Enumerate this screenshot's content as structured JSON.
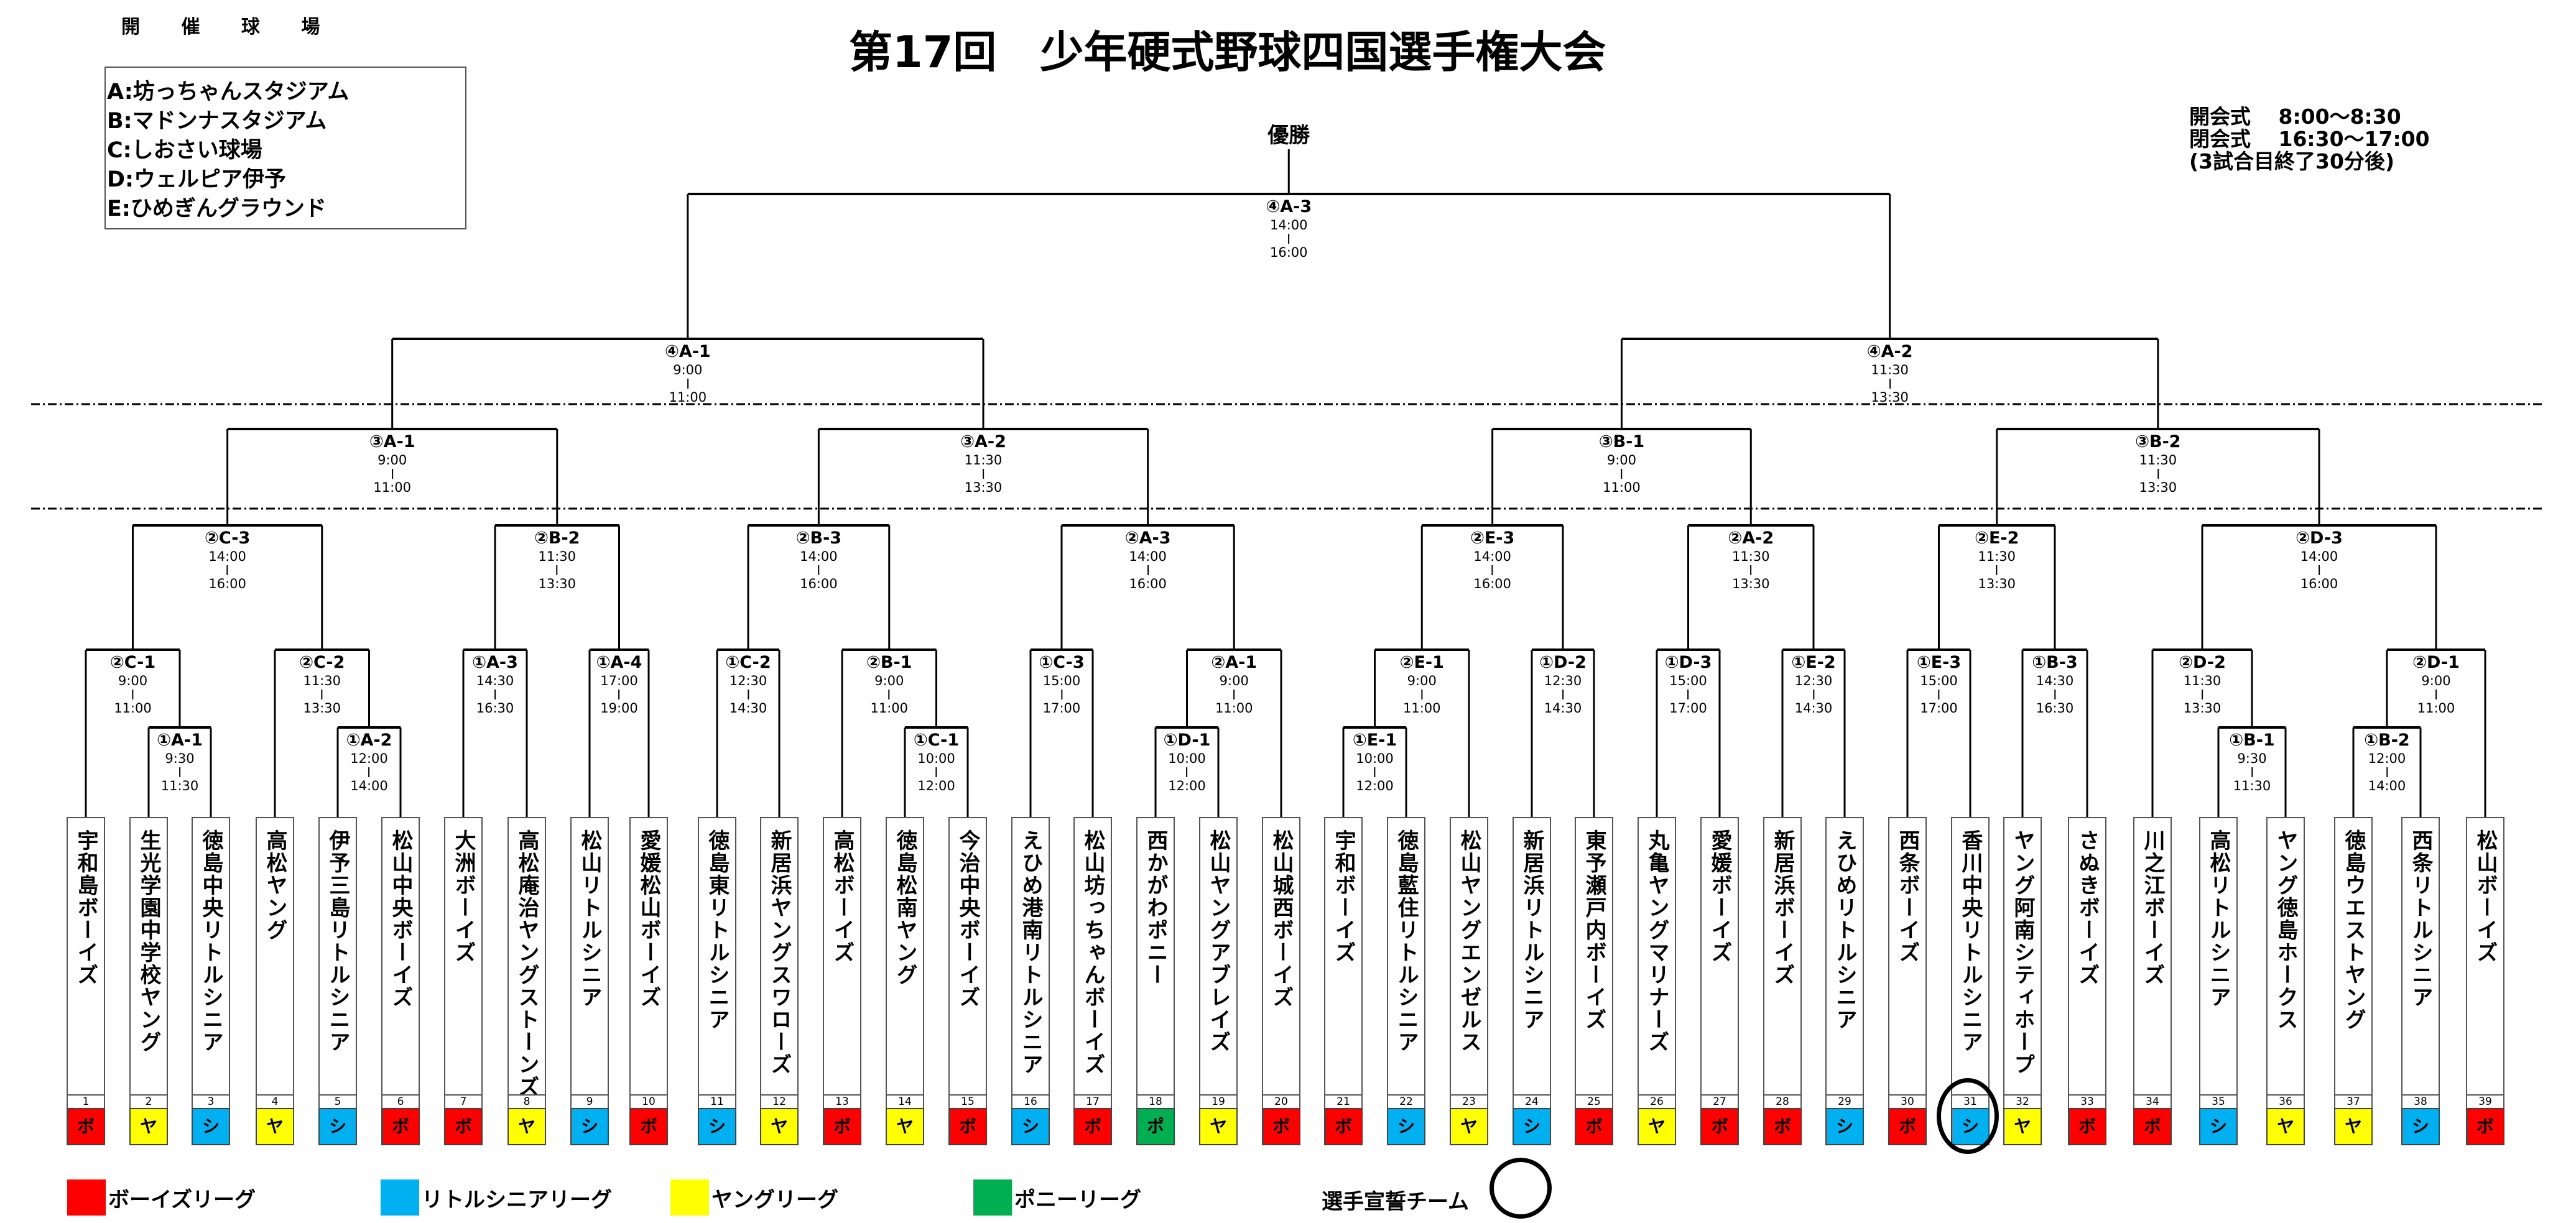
{
  "title": "第17回　少年硬式野球四国選手権大会",
  "venue_heading": "開 催 球 場",
  "venues": [
    "A:坊っちゃんスタジアム",
    "B:マドンナスタジアム",
    "C:しおさい球場",
    "D:ウェルピア伊予",
    "E:ひめぎんグラウンド"
  ],
  "ceremony": [
    "開会式　 8:00～8:30",
    "閉会式　 16:30～17:00",
    "(3試合目終了30分後)"
  ],
  "champion_label": "優勝",
  "league_colors": {
    "ボ": "#ff0000",
    "シ": "#00b0f0",
    "ヤ": "#ffff00",
    "ポ": "#00b050"
  },
  "teams": [
    {
      "no": "1",
      "name": "宇和島ボーイズ",
      "league": "ボ"
    },
    {
      "no": "2",
      "name": "生光学園中学校ヤング",
      "league": "ヤ"
    },
    {
      "no": "3",
      "name": "徳島中央リトルシニア",
      "league": "シ"
    },
    {
      "no": "4",
      "name": "高松ヤング",
      "league": "ヤ"
    },
    {
      "no": "5",
      "name": "伊予三島リトルシニア",
      "league": "シ"
    },
    {
      "no": "6",
      "name": "松山中央ボーイズ",
      "league": "ボ"
    },
    {
      "no": "7",
      "name": "大洲ボーイズ",
      "league": "ボ"
    },
    {
      "no": "8",
      "name": "高松庵治ヤングストーンズ",
      "league": "ヤ"
    },
    {
      "no": "9",
      "name": "松山リトルシニア",
      "league": "シ"
    },
    {
      "no": "10",
      "name": "愛媛松山ボーイズ",
      "league": "ボ"
    },
    {
      "no": "11",
      "name": "徳島東リトルシニア",
      "league": "シ"
    },
    {
      "no": "12",
      "name": "新居浜ヤングスワローズ",
      "league": "ヤ"
    },
    {
      "no": "13",
      "name": "高松ボーイズ",
      "league": "ボ"
    },
    {
      "no": "14",
      "name": "徳島松南ヤング",
      "league": "ヤ"
    },
    {
      "no": "15",
      "name": "今治中央ボーイズ",
      "league": "ボ"
    },
    {
      "no": "16",
      "name": "えひめ港南リトルシニア",
      "league": "シ"
    },
    {
      "no": "17",
      "name": "松山坊っちゃんボーイズ",
      "league": "ボ"
    },
    {
      "no": "18",
      "name": "西かがわポニー",
      "league": "ポ"
    },
    {
      "no": "19",
      "name": "松山ヤングアブレイズ",
      "league": "ヤ"
    },
    {
      "no": "20",
      "name": "松山城西ボーイズ",
      "league": "ボ"
    },
    {
      "no": "21",
      "name": "宇和ボーイズ",
      "league": "ボ"
    },
    {
      "no": "22",
      "name": "徳島藍住リトルシニア",
      "league": "シ"
    },
    {
      "no": "23",
      "name": "松山ヤングエンゼルス",
      "league": "ヤ"
    },
    {
      "no": "24",
      "name": "新居浜リトルシニア",
      "league": "シ"
    },
    {
      "no": "25",
      "name": "東予瀬戸内ボーイズ",
      "league": "ボ"
    },
    {
      "no": "26",
      "name": "丸亀ヤングマリナーズ",
      "league": "ヤ"
    },
    {
      "no": "27",
      "name": "愛媛ボーイズ",
      "league": "ボ"
    },
    {
      "no": "28",
      "name": "新居浜ボーイズ",
      "league": "ボ"
    },
    {
      "no": "29",
      "name": "えひめリトルシニア",
      "league": "シ"
    },
    {
      "no": "30",
      "name": "西条ボーイズ",
      "league": "ボ"
    },
    {
      "no": "31",
      "name": "香川中央リトルシニア",
      "league": "シ",
      "oath": true
    },
    {
      "no": "32",
      "name": "ヤング阿南シティホープ",
      "league": "ヤ"
    },
    {
      "no": "33",
      "name": "さぬきボーイズ",
      "league": "ボ"
    },
    {
      "no": "34",
      "name": "川之江ボーイズ",
      "league": "ボ"
    },
    {
      "no": "35",
      "name": "高松リトルシニア",
      "league": "シ"
    },
    {
      "no": "36",
      "name": "ヤング徳島ホークス",
      "league": "ヤ"
    },
    {
      "no": "37",
      "name": "徳島ウエストヤング",
      "league": "ヤ"
    },
    {
      "no": "38",
      "name": "西条リトルシニア",
      "league": "シ"
    },
    {
      "no": "39",
      "name": "松山ボーイズ",
      "league": "ボ"
    }
  ],
  "matches": {
    "r1": [
      {
        "code": "①A-1",
        "start": "9:30",
        "end": "11:30"
      },
      {
        "code": "①A-2",
        "start": "12:00",
        "end": "14:00"
      },
      {
        "code": "①A-3",
        "start": "14:30",
        "end": "16:30"
      },
      {
        "code": "①A-4",
        "start": "17:00",
        "end": "19:00"
      },
      {
        "code": "①C-2",
        "start": "12:30",
        "end": "14:30"
      },
      {
        "code": "①C-1",
        "start": "10:00",
        "end": "12:00"
      },
      {
        "code": "①C-3",
        "start": "15:00",
        "end": "17:00"
      },
      {
        "code": "①D-1",
        "start": "10:00",
        "end": "12:00"
      },
      {
        "code": "①E-1",
        "start": "10:00",
        "end": "12:00"
      },
      {
        "code": "①D-2",
        "start": "12:30",
        "end": "14:30"
      },
      {
        "code": "①D-3",
        "start": "15:00",
        "end": "17:00"
      },
      {
        "code": "①E-2",
        "start": "12:30",
        "end": "14:30"
      },
      {
        "code": "①E-3",
        "start": "15:00",
        "end": "17:00"
      },
      {
        "code": "①B-3",
        "start": "14:30",
        "end": "16:30"
      },
      {
        "code": "①B-1",
        "start": "9:30",
        "end": "11:30"
      },
      {
        "code": "①B-2",
        "start": "12:00",
        "end": "14:00"
      }
    ],
    "r2_early": [
      {
        "code": "②C-1",
        "start": "9:00",
        "end": "11:00"
      },
      {
        "code": "②C-2",
        "start": "11:30",
        "end": "13:30"
      },
      {
        "code": "②B-1",
        "start": "9:00",
        "end": "11:00"
      },
      {
        "code": "②A-1",
        "start": "9:00",
        "end": "11:00"
      },
      {
        "code": "②E-1",
        "start": "9:00",
        "end": "11:00"
      },
      {
        "code": "②D-2",
        "start": "11:30",
        "end": "13:30"
      },
      {
        "code": "②D-1",
        "start": "9:00",
        "end": "11:00"
      }
    ],
    "r2": [
      {
        "code": "②C-3",
        "start": "14:00",
        "end": "16:00"
      },
      {
        "code": "②B-2",
        "start": "11:30",
        "end": "13:30"
      },
      {
        "code": "②B-3",
        "start": "14:00",
        "end": "16:00"
      },
      {
        "code": "②A-3",
        "start": "14:00",
        "end": "16:00"
      },
      {
        "code": "②E-3",
        "start": "14:00",
        "end": "16:00"
      },
      {
        "code": "②A-2",
        "start": "11:30",
        "end": "13:30"
      },
      {
        "code": "②E-2",
        "start": "11:30",
        "end": "13:30"
      },
      {
        "code": "②D-3",
        "start": "14:00",
        "end": "16:00"
      }
    ],
    "r3": [
      {
        "code": "③A-1",
        "start": "9:00",
        "end": "11:00"
      },
      {
        "code": "③A-2",
        "start": "11:30",
        "end": "13:30"
      },
      {
        "code": "③B-1",
        "start": "9:00",
        "end": "11:00"
      },
      {
        "code": "③B-2",
        "start": "11:30",
        "end": "13:30"
      }
    ],
    "semi": [
      {
        "code": "④A-1",
        "start": "9:00",
        "end": "11:00"
      },
      {
        "code": "④A-2",
        "start": "11:30",
        "end": "13:30"
      }
    ],
    "final": {
      "code": "④A-3",
      "start": "14:00",
      "end": "16:00"
    }
  },
  "legend": [
    {
      "league": "ボ",
      "label": "ボーイズリーグ"
    },
    {
      "league": "シ",
      "label": "リトルシニアリーグ"
    },
    {
      "league": "ヤ",
      "label": "ヤングリーグ"
    },
    {
      "league": "ポ",
      "label": "ポニーリーグ"
    }
  ],
  "oath_label": "選手宣誓チーム"
}
